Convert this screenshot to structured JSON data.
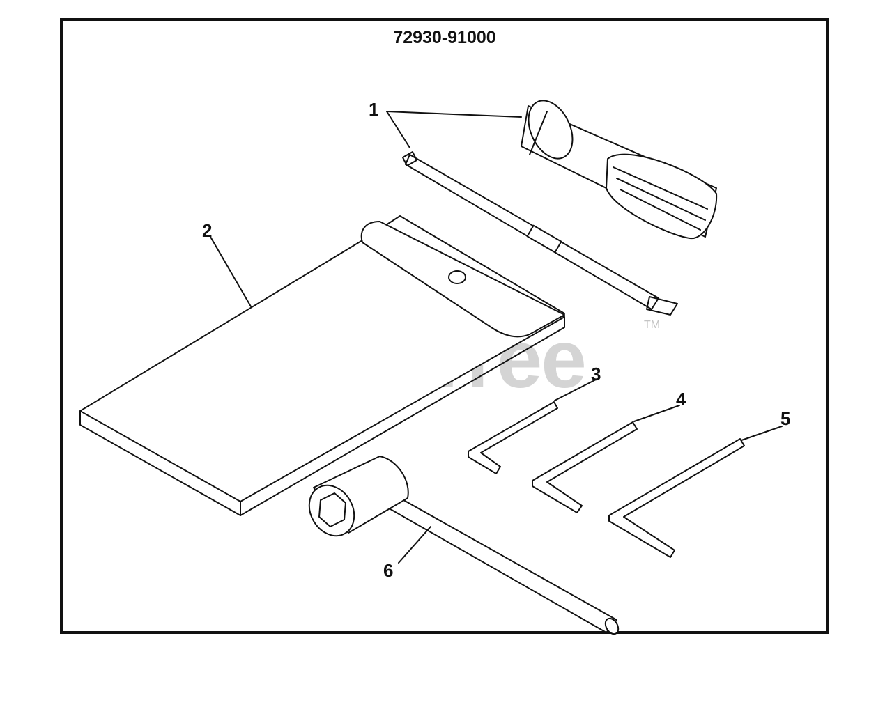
{
  "diagram": {
    "part_number": "72930-91000",
    "callouts": [
      "1",
      "2",
      "3",
      "4",
      "5",
      "6"
    ]
  },
  "watermark": {
    "text": "PartsTree",
    "trademark": "TM"
  },
  "colors": {
    "ink": "#111111",
    "watermark": "#d4d4d4",
    "background": "#ffffff"
  }
}
